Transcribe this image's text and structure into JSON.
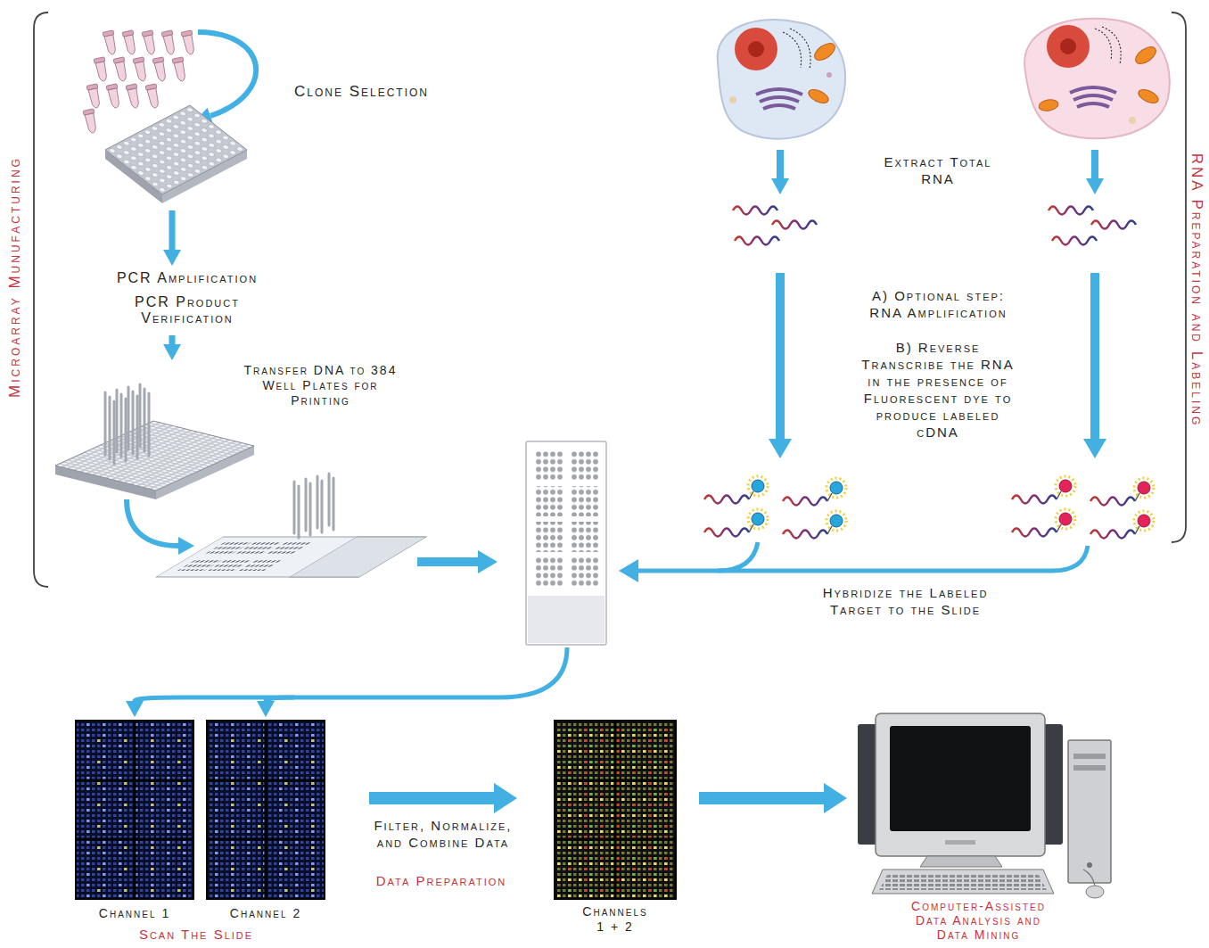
{
  "diagram": {
    "nodes": [
      {
        "text": [
          "Microarray Munufacturing"
        ]
      },
      {
        "text": [
          "Clone Selection"
        ],
        "in": 0
      },
      {
        "text": [
          "PCR Amplification",
          "PCR Product Verification"
        ],
        "in": 0
      },
      {
        "text": [
          "Transfer DNA to 384 Well Plates for Printing"
        ],
        "in": 0
      },
      {
        "text": [
          "RNA Preparation and Labeling"
        ]
      },
      {
        "text": [
          "Extract Total RNA"
        ],
        "in": 4
      },
      {
        "text": [
          "A) Optional step: RNA Amplification",
          "B) Reverse Transcribe the RNA in the presence of Fluorescent dye to produce labeled cDNA"
        ],
        "in": 4
      },
      {
        "text": [
          "Hybridize the Labeled Target to the Slide"
        ]
      },
      {
        "text": [
          "Channel 1",
          "Channel 2",
          "Scan The Slide"
        ]
      },
      {
        "text": [
          "Channels 1 + 2"
        ]
      },
      {
        "text": [
          "Computer-Assisted Data Analysis and Data Mining"
        ]
      }
    ],
    "edges": [
      {
        "from": 1,
        "to": 2,
        "arrow": "to"
      },
      {
        "from": 2,
        "to": 3,
        "arrow": "to"
      },
      {
        "from": 8,
        "to": 9,
        "label": "Filter, Normalize, and Combine Data",
        "arrow": "to"
      },
      {
        "from": 9,
        "to": 10,
        "arrow": "to"
      }
    ],
    "labels": [
      "Data Preparation"
    ]
  }
}
